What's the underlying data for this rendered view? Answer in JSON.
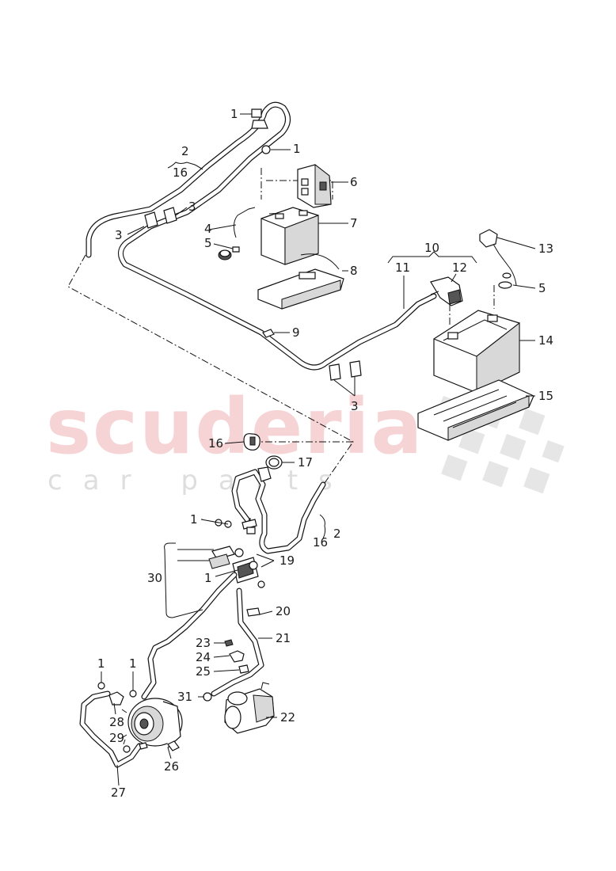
{
  "watermark": {
    "brand": "scuderia",
    "sub": "car parts"
  },
  "callouts": [
    {
      "id": "c1a",
      "text": "1"
    },
    {
      "id": "c1b",
      "text": "1"
    },
    {
      "id": "c2a",
      "text": "2"
    },
    {
      "id": "c16a",
      "text": "16"
    },
    {
      "id": "c3a",
      "text": "3"
    },
    {
      "id": "c3b",
      "text": "3"
    },
    {
      "id": "c4",
      "text": "4"
    },
    {
      "id": "c5a",
      "text": "5"
    },
    {
      "id": "c6",
      "text": "6"
    },
    {
      "id": "c7",
      "text": "7"
    },
    {
      "id": "c8",
      "text": "8"
    },
    {
      "id": "c9",
      "text": "9"
    },
    {
      "id": "c10",
      "text": "10"
    },
    {
      "id": "c11",
      "text": "11"
    },
    {
      "id": "c12",
      "text": "12"
    },
    {
      "id": "c13",
      "text": "13"
    },
    {
      "id": "c5b",
      "text": "5"
    },
    {
      "id": "c14",
      "text": "14"
    },
    {
      "id": "c15",
      "text": "15"
    },
    {
      "id": "c3c",
      "text": "3"
    },
    {
      "id": "c16b",
      "text": "16"
    },
    {
      "id": "c17",
      "text": "17"
    },
    {
      "id": "c1c",
      "text": "1"
    },
    {
      "id": "c2b",
      "text": "2"
    },
    {
      "id": "c16c",
      "text": "16"
    },
    {
      "id": "c19",
      "text": "19"
    },
    {
      "id": "c30",
      "text": "30"
    },
    {
      "id": "c1d",
      "text": "1"
    },
    {
      "id": "c20",
      "text": "20"
    },
    {
      "id": "c21",
      "text": "21"
    },
    {
      "id": "c23",
      "text": "23"
    },
    {
      "id": "c24",
      "text": "24"
    },
    {
      "id": "c25",
      "text": "25"
    },
    {
      "id": "c1e",
      "text": "1"
    },
    {
      "id": "c1f",
      "text": "1"
    },
    {
      "id": "c31",
      "text": "31"
    },
    {
      "id": "c22",
      "text": "22"
    },
    {
      "id": "c28",
      "text": "28"
    },
    {
      "id": "c29",
      "text": "29"
    },
    {
      "id": "c26",
      "text": "26"
    },
    {
      "id": "c27",
      "text": "27"
    }
  ]
}
